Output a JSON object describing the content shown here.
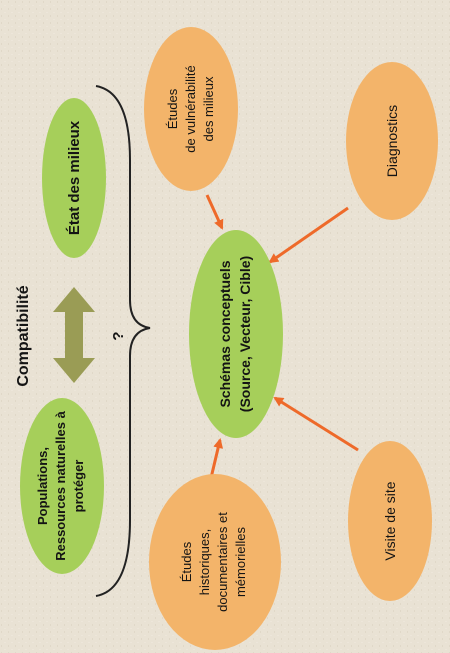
{
  "nodes": {
    "center": {
      "lines": [
        "Schémas conceptuels",
        "(Source, Vecteur, Cible)"
      ],
      "color": "#a6cf5a"
    },
    "populations": {
      "lines": [
        "Populations,",
        "Ressources naturelles à",
        "protéger"
      ],
      "color": "#a6cf5a"
    },
    "etat_milieux": {
      "lines": [
        "État des milieux"
      ],
      "color": "#a6cf5a"
    },
    "etudes_vulnerabilite": {
      "lines": [
        "Études",
        "de vulnérabilité",
        "des milieux"
      ],
      "color": "#f3b46a"
    },
    "diagnostics": {
      "lines": [
        "Diagnostics"
      ],
      "color": "#f3b46a"
    },
    "etudes_historiques": {
      "lines": [
        "Études",
        "historiques,",
        "documentaires et",
        "mémorielles"
      ],
      "color": "#f3b46a"
    },
    "visite_site": {
      "lines": [
        "Visite de site"
      ],
      "color": "#f3b46a"
    }
  },
  "compatibility": {
    "label": "Compatibilité",
    "question": "?",
    "arrow_color": "#9a9c55"
  },
  "arrow_color": "#ee6a2a",
  "bracket_color": "#222222"
}
